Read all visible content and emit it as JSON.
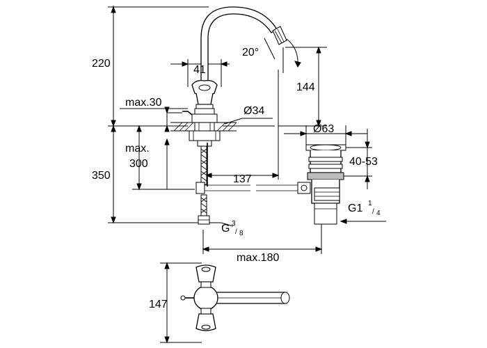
{
  "dimensions": {
    "overall_height_top": "220",
    "overall_height_bottom": "350",
    "handle_width": "41",
    "spout_angle": "20°",
    "spout_height": "144",
    "max_deck": "max.30",
    "hole_diameter": "Ø34",
    "waste_diameter": "Ø63",
    "waste_range": "40-53",
    "max_below": "max.",
    "max_below_value": "300",
    "spout_reach": "137",
    "connection_thread": "G",
    "connection_thread_num": "3",
    "connection_thread_den": "8",
    "waste_thread": "G1",
    "waste_thread_num": "1",
    "waste_thread_den": "4",
    "max_horizontal": "max.180",
    "plan_depth": "147"
  }
}
